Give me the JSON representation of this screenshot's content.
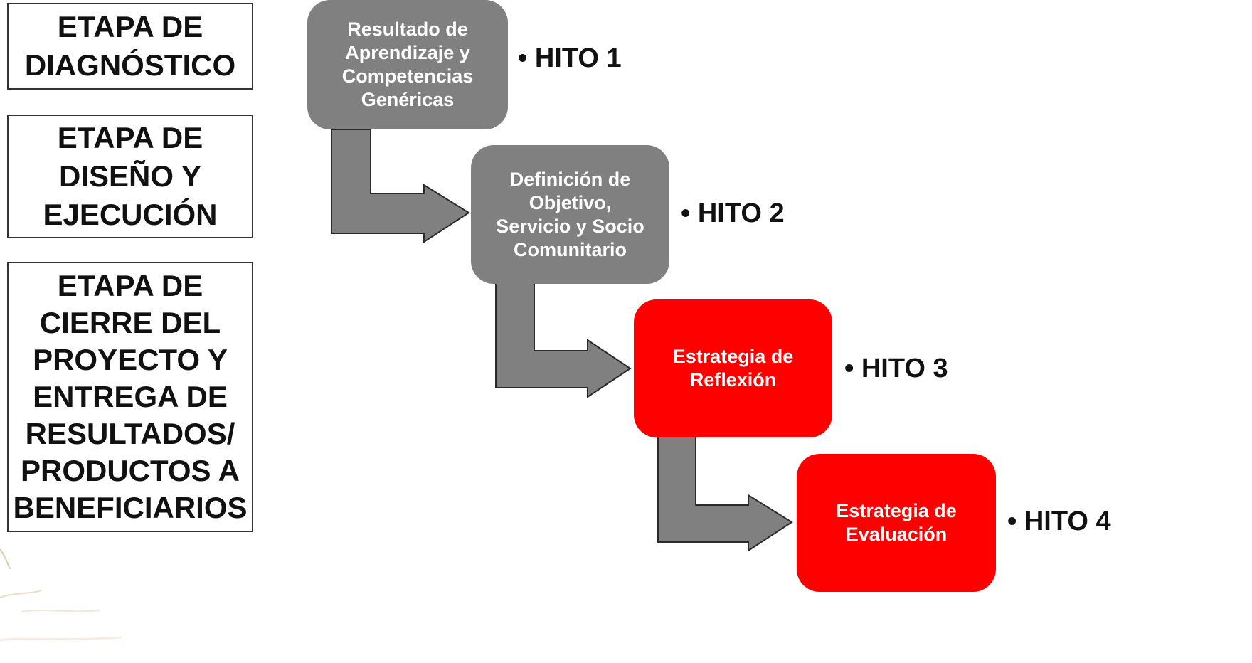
{
  "stages": [
    {
      "lines": [
        "ETAPA DE",
        "DIAGNÓSTICO"
      ]
    },
    {
      "lines": [
        "ETAPA DE",
        "DISEÑO Y",
        "EJECUCIÓN"
      ]
    },
    {
      "lines": [
        "ETAPA DE",
        "CIERRE DEL",
        "PROYECTO Y",
        "ENTREGA DE",
        "RESULTADOS/",
        "PRODUCTOS A",
        "BENEFICIARIOS"
      ]
    }
  ],
  "steps": [
    {
      "lines": [
        "Resultado de",
        "Aprendizaje y",
        "Competencias",
        "Genéricas"
      ],
      "color": "#808080"
    },
    {
      "lines": [
        "Definición de",
        "Objetivo,",
        "Servicio y Socio",
        "Comunitario"
      ],
      "color": "#808080"
    },
    {
      "lines": [
        "Estrategia de",
        "Reflexión"
      ],
      "color": "#ff0000"
    },
    {
      "lines": [
        "Estrategia de",
        "Evaluación"
      ],
      "color": "#ff0000"
    }
  ],
  "hitos": [
    "• HITO 1",
    "• HITO 2",
    "• HITO 3",
    "• HITO 4"
  ],
  "colors": {
    "gray": "#808080",
    "red": "#ff0000",
    "outline": "#333333"
  }
}
